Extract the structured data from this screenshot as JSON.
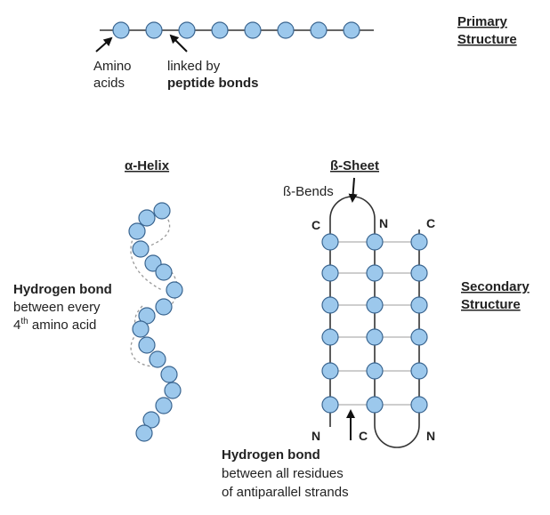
{
  "primary": {
    "title_line1": "Primary",
    "title_line2": "Structure",
    "amino_line1": "Amino",
    "amino_line2": "acids",
    "linked_line1": "linked by",
    "linked_line2": "peptide bonds"
  },
  "helix": {
    "title": "α-Helix",
    "hbond_title": "Hydrogen bond",
    "hbond_line2": "between every",
    "hbond_line3_num": "4",
    "hbond_line3_sup": "th",
    "hbond_line3_rest": " amino acid"
  },
  "sheet": {
    "title": "ß-Sheet",
    "bends": "ß-Bends",
    "term_c1": "C",
    "term_n1": "N",
    "term_c2": "C",
    "term_n2": "N",
    "term_c3": "C",
    "term_n3": "N",
    "hbond_title": "Hydrogen bond",
    "hbond_line2": "between all residues",
    "hbond_line3": "of antiparallel strands"
  },
  "secondary": {
    "title_line1": "Secondary",
    "title_line2": "Structure"
  },
  "colors": {
    "residue_fill": "#9cc8ec",
    "residue_stroke": "#3a6590",
    "line": "#333333",
    "hbond_line": "#b0b0b0"
  }
}
